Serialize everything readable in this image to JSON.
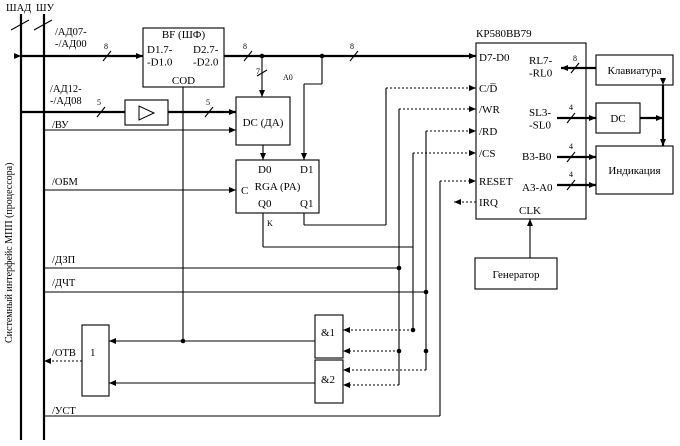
{
  "buses": {
    "shad": "ШАД",
    "shu": "ШУ"
  },
  "vertical_label": "Системный интерфейс МПП (процессора)",
  "signals": {
    "ad_low": "/АД07-\n-/АД00",
    "ad_high": "/АД12-\n-/АД08",
    "vu": "/ВУ",
    "obm": "/ОБМ",
    "dzp": "/ДЗП",
    "dchg": "/ДЧТ",
    "otv": "/ОТВ",
    "ust": "/УСТ"
  },
  "blocks": {
    "bf": {
      "title": "BF (ШФ)",
      "left": "D1.7-\n-D1.0",
      "right": "D2.7-\n-D2.0",
      "bottom": "COD"
    },
    "dc_da": {
      "title": "DC (ДА)"
    },
    "rga": {
      "title": "RGA (PA)",
      "d0": "D0",
      "d1": "D1",
      "c": "C",
      "q0": "Q0",
      "q1": "Q1"
    },
    "kr": {
      "title": "КР580ВВ79",
      "left_pins": [
        "D7-D0",
        "C/D̅",
        "/WR",
        "/RD",
        "/CS",
        "RESET",
        "IRQ"
      ],
      "right_pins": [
        "RL7-\n-RL0",
        "SL3-\n-SL0",
        "B3-B0",
        "A3-A0"
      ],
      "clk": "CLK"
    },
    "keyboard": "Клавиатура",
    "dc_out": "DC",
    "display": "Индикация",
    "generator": "Генератор",
    "or1": "1",
    "and1": "&1",
    "and2": "&2"
  },
  "bus_widths": {
    "w8": "8",
    "w7": "7",
    "w5": "5",
    "w4": "4"
  },
  "wire_labels": {
    "a0": "А0",
    "k": "K"
  }
}
